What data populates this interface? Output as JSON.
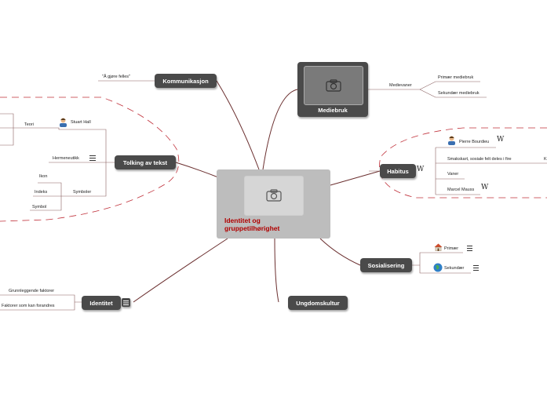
{
  "central": {
    "title_line1": "Identitet og",
    "title_line2": "gruppetilhørighet",
    "image_icon": "camera-icon"
  },
  "branches": {
    "kommunikasjon": {
      "label": "Kommunikasjon",
      "leaves": [
        "\"Å gjøre felles\""
      ]
    },
    "mediebruk": {
      "label": "Mediebruk",
      "image_icon": "camera-icon",
      "sub": {
        "label": "Medievaner",
        "leaves": [
          "Primær mediebruk",
          "Sekundær mediebruk"
        ]
      }
    },
    "tolking": {
      "label": "Tolking av tekst",
      "teori": {
        "label": "Teori",
        "leaf": "Stuart Hall"
      },
      "hermeneutikk": {
        "label": "Hermeneutikk"
      },
      "symboler": {
        "label": "Symboler",
        "leaves": [
          "Ikon",
          "Indeks",
          "Symbol"
        ]
      }
    },
    "habitus": {
      "label": "Habitus",
      "leaves": [
        "Pierre Bourdieu",
        "Smakskart, sosiale felt deles i fire",
        "Vaner",
        "Marcel Mauss"
      ],
      "cut_letter": "K"
    },
    "sosialisering": {
      "label": "Sosialisering",
      "leaves": [
        "Primær",
        "Sekundær"
      ]
    },
    "ungdomskultur": {
      "label": "Ungdomskultur"
    },
    "identitet": {
      "label": "Identitet",
      "leaves": [
        "Grunnleggende faktorer",
        "Faktorer som kan forandres"
      ]
    }
  },
  "colors": {
    "node_bg": "#4a4a4a",
    "central_bg": "#bdbdbd",
    "title_red": "#b00000",
    "link": "#6b2f2f",
    "boundary": "#c0303a"
  }
}
